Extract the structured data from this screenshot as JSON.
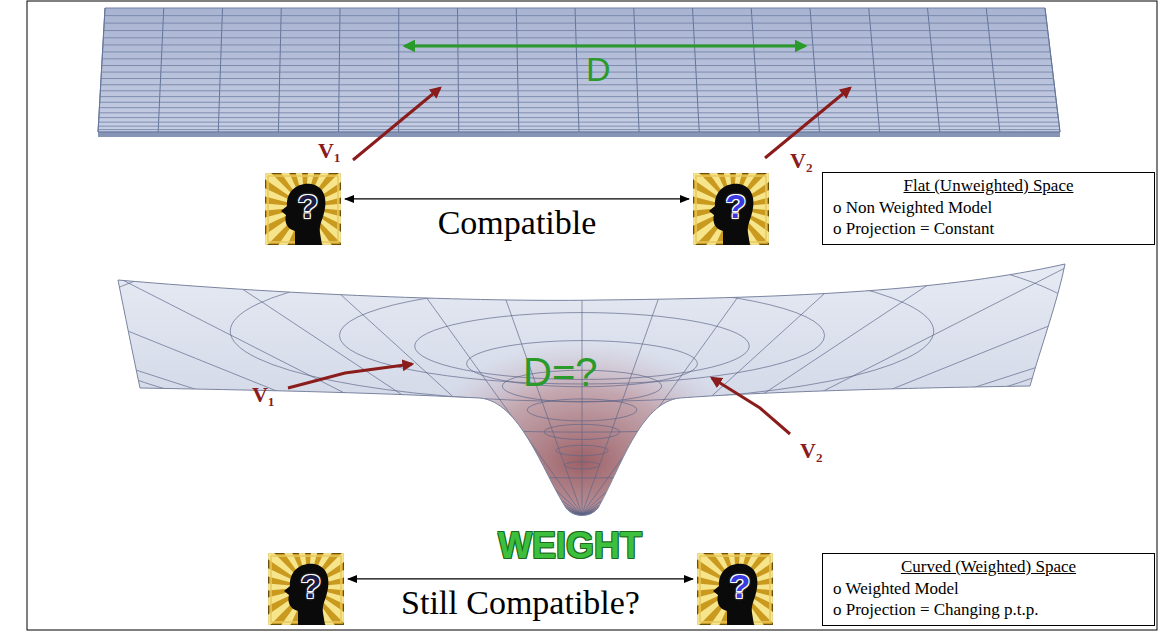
{
  "diagram": {
    "nodes": [
      {
        "text": [
          "?"
        ]
      },
      {
        "text": [
          "?"
        ]
      },
      {
        "text": [
          "Flat (Unweighted) Space",
          "o Non Weighted Model",
          "o Projection = Constant"
        ]
      },
      {
        "text": [
          "?"
        ]
      },
      {
        "text": [
          "?"
        ]
      },
      {
        "text": [
          "Curved (Weighted) Space",
          "o Weighted Model",
          "o Projection = Changing p.t.p."
        ]
      }
    ],
    "edges": [
      {
        "from": 0,
        "to": 1,
        "arrow": "both",
        "label": "Compatible"
      },
      {
        "from": 3,
        "to": 4,
        "arrow": "both",
        "label": "Still Compatible?"
      }
    ],
    "labels": [
      "D",
      "V₁",
      "V₂",
      "D=?",
      "V₁",
      "V₂",
      "WEIGHT"
    ]
  }
}
